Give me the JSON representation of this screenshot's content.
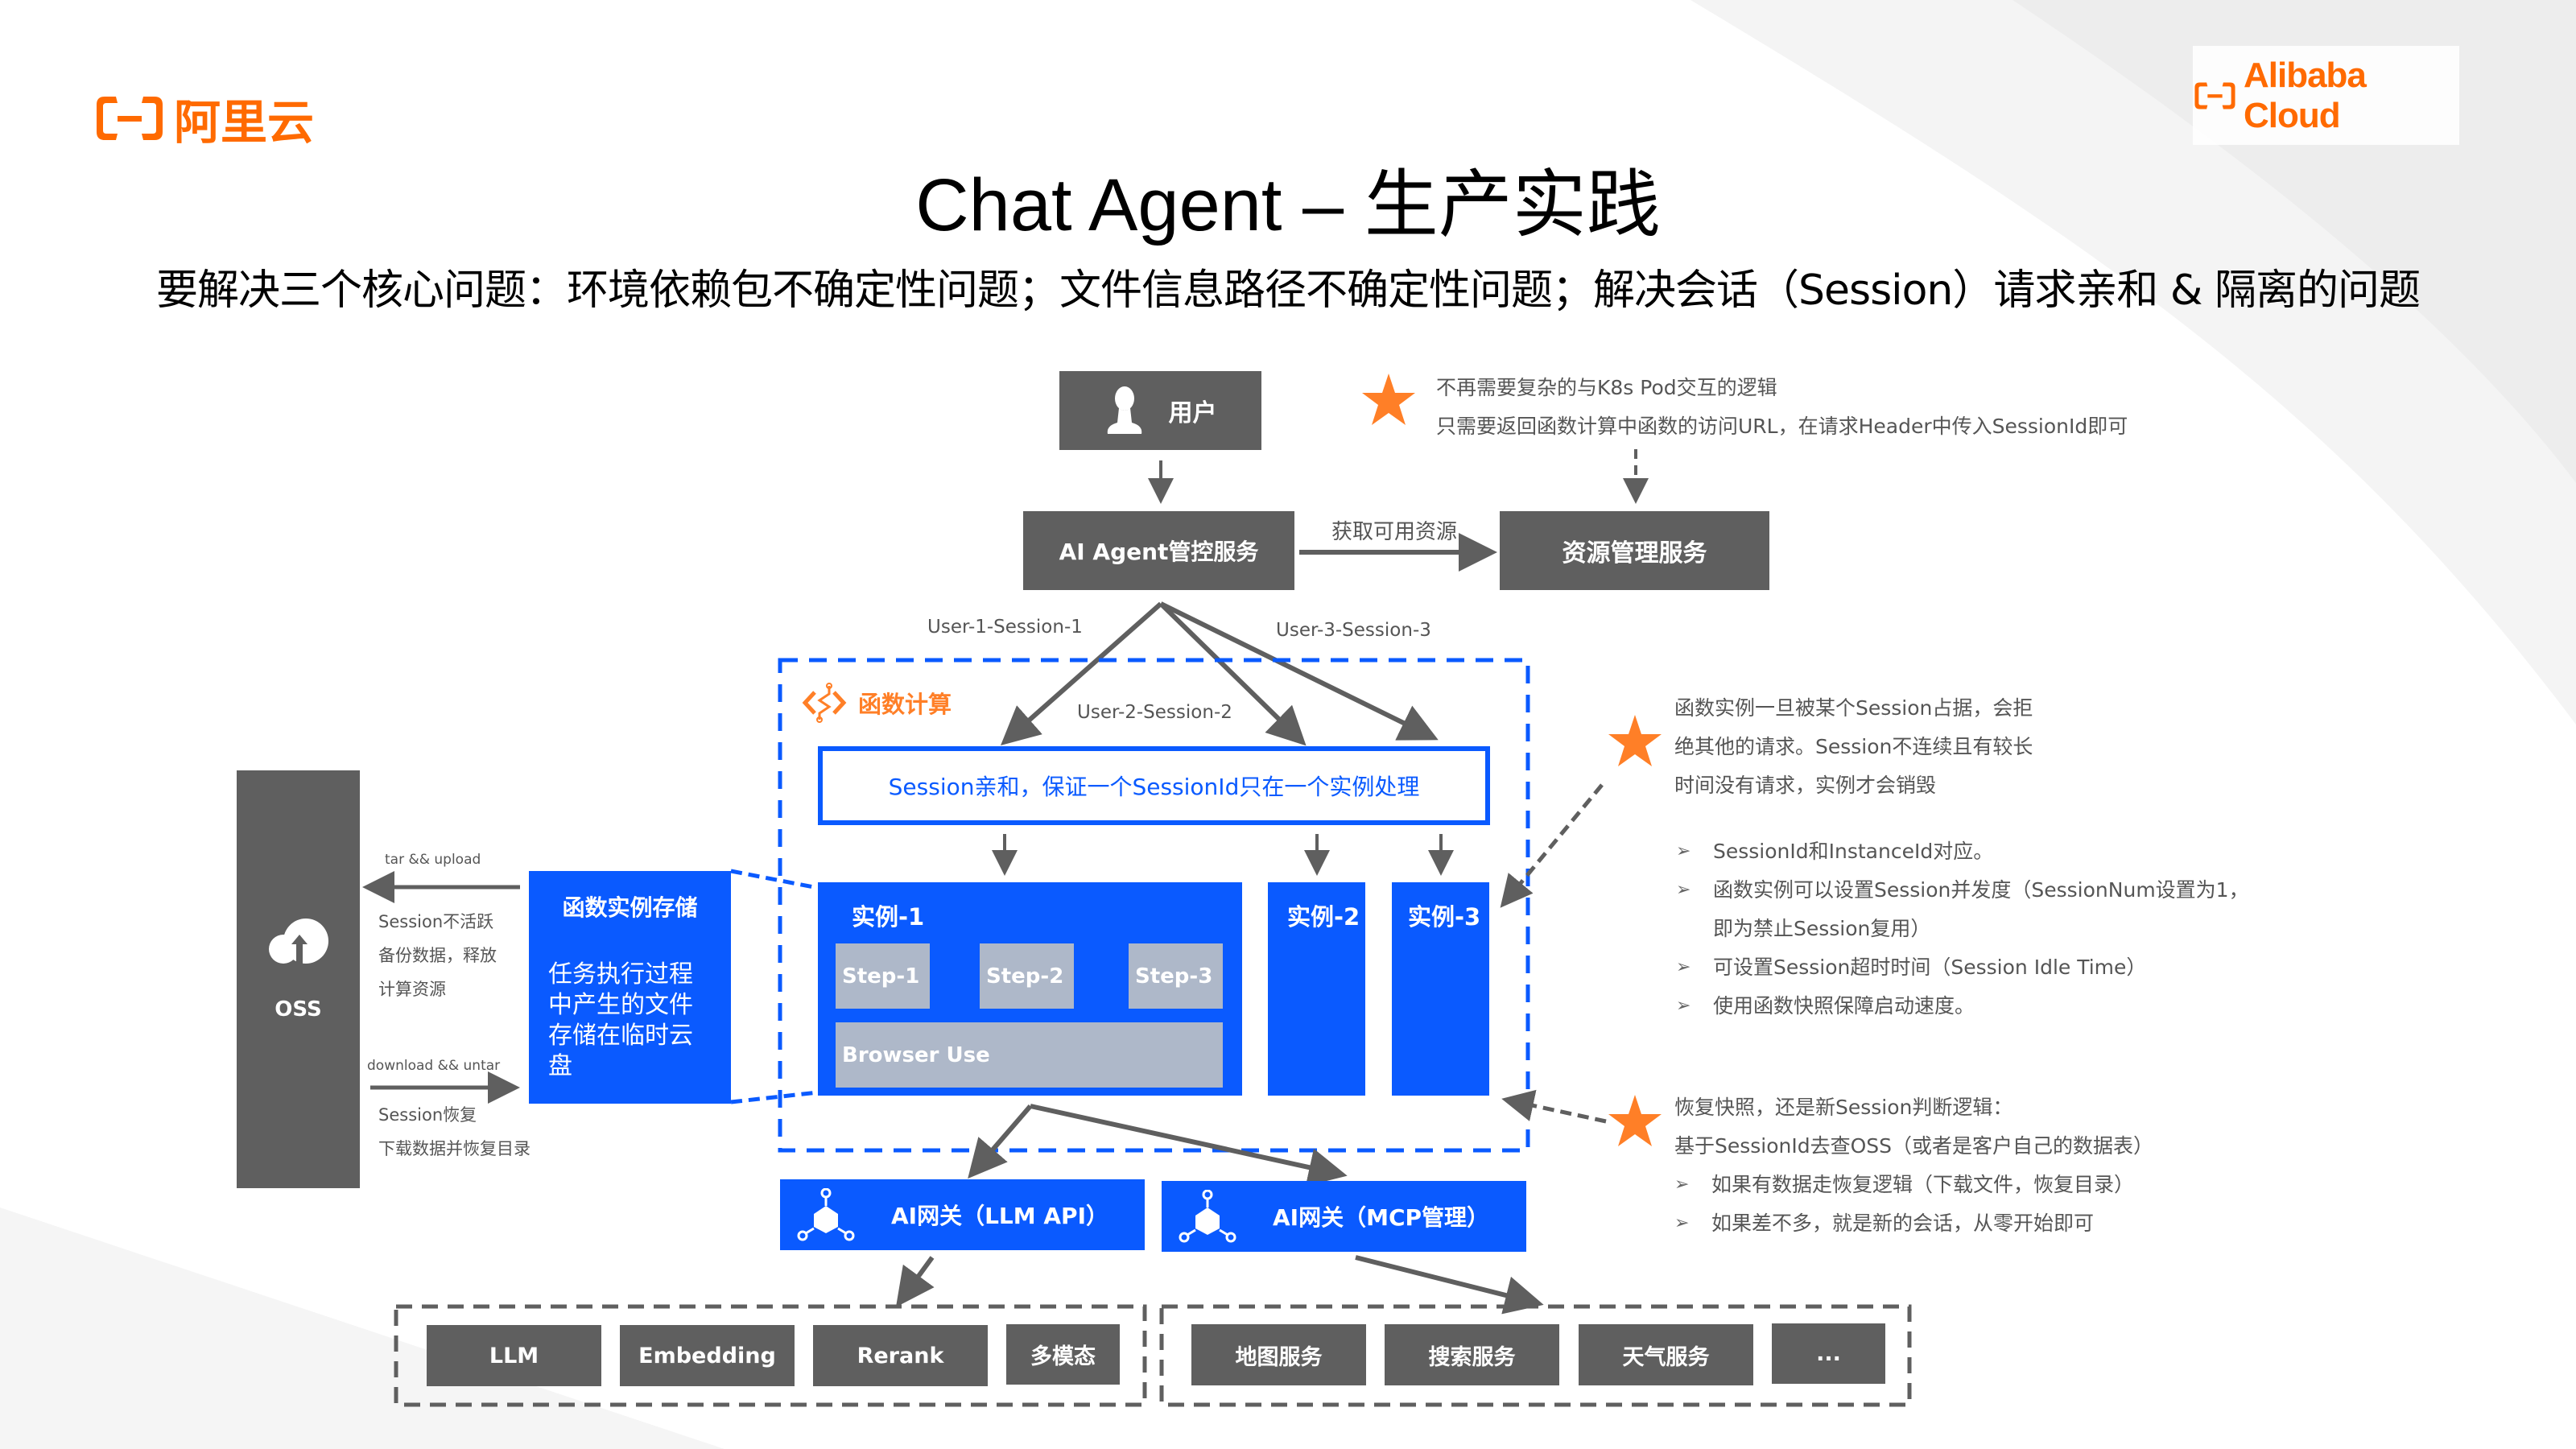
{
  "brand": {
    "cn_logo_text": "阿里云",
    "en_logo_text": "Alibaba Cloud",
    "color": "#ff6a00"
  },
  "header": {
    "title": "Chat Agent – 生产实践",
    "subtitle": "要解决三个核心问题：环境依赖包不确定性问题；文件信息路径不确定性问题；解决会话（Session）请求亲和 & 隔离的问题"
  },
  "colors": {
    "blue": "#0a5aff",
    "gray": "#5f5f5f",
    "step_gray": "#aeb8c9",
    "star_orange": "#ff7f27"
  },
  "diagram": {
    "user": {
      "label": "用户",
      "icon": "user-icon"
    },
    "agent_service": "AI Agent管控服务",
    "resource_service": "资源管理服务",
    "agent_to_resource_label": "获取可用资源",
    "top_note": {
      "lines": [
        "不再需要复杂的与K8s Pod交互的逻辑",
        "只需要返回函数计算中函数的访问URL，在请求Header中传入SessionId即可"
      ]
    },
    "session_labels": [
      "User-1-Session-1",
      "User-2-Session-2",
      "User-3-Session-3"
    ],
    "fc": {
      "label": "函数计算",
      "icon": "function-compute-icon",
      "session_affinity": "Session亲和，保证一个SessionId只在一个实例处理",
      "instances": [
        {
          "label": "实例-1",
          "steps": [
            "Step-1",
            "Step-2",
            "Step-3"
          ],
          "browser": "Browser Use"
        },
        {
          "label": "实例-2"
        },
        {
          "label": "实例-3"
        }
      ]
    },
    "oss": {
      "label": "OSS",
      "icon": "cloud-upload-icon"
    },
    "storage": {
      "title": "函数实例存储",
      "desc": "任务执行过程中产生的文件存储在临时云盘"
    },
    "upload": {
      "arrow_label": "tar && upload",
      "lines": [
        "Session不活跃",
        "备份数据，释放",
        "计算资源"
      ]
    },
    "download": {
      "arrow_label": "download && untar",
      "lines": [
        "Session恢复",
        "下载数据并恢复目录"
      ]
    },
    "instance_note": {
      "lines": [
        "函数实例一旦被某个Session占据，会拒",
        "绝其他的请求。Session不连续且有较长",
        "时间没有请求，实例才会销毁"
      ],
      "bullets": [
        "SessionId和InstanceId对应。",
        "函数实例可以设置Session并发度（SessionNum设置为1，",
        "即为禁止Session复用）",
        "可设置Session超时时间（Session Idle Time）",
        "使用函数快照保障启动速度。"
      ]
    },
    "restore_note": {
      "lines": [
        "恢复快照，还是新Session判断逻辑：",
        "基于SessionId去查OSS（或者是客户自己的数据表）"
      ],
      "bullets": [
        "如果有数据走恢复逻辑（下载文件，恢复目录）",
        "如果差不多，就是新的会话，从零开始即可"
      ]
    },
    "gateways": [
      {
        "label": "AI网关（LLM API）",
        "icon": "gateway-icon"
      },
      {
        "label": "AI网关（MCP管理）",
        "icon": "gateway-icon"
      }
    ],
    "model_services": [
      "LLM",
      "Embedding",
      "Rerank",
      "多模态"
    ],
    "mcp_services": [
      "地图服务",
      "搜索服务",
      "天气服务",
      "..."
    ]
  }
}
